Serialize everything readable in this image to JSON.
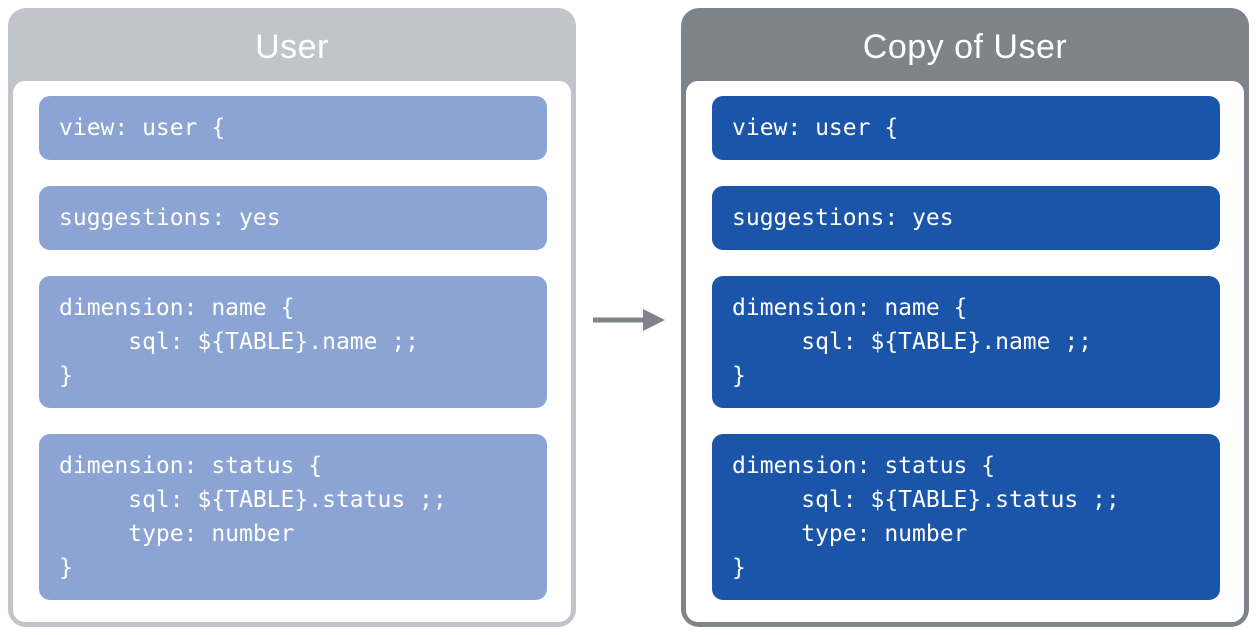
{
  "page": {
    "background": "#ffffff"
  },
  "arrow": {
    "description": "right-arrow",
    "color": "#7f848a"
  },
  "panels": [
    {
      "title": "User",
      "header_color": "#c1c4c8",
      "block_color": "#8ba4d4",
      "text_color": "#ffffff",
      "blocks": [
        {
          "lines": [
            "view: user {"
          ]
        },
        {
          "lines": [
            "suggestions: yes"
          ]
        },
        {
          "lines": [
            "dimension: name {",
            "     sql: ${TABLE}.name ;;",
            "}"
          ]
        },
        {
          "lines": [
            "dimension: status {",
            "     sql: ${TABLE}.status ;;",
            "     type: number",
            "}"
          ]
        }
      ]
    },
    {
      "title": "Copy of User",
      "header_color": "#7f848a",
      "block_color": "#1b55a9",
      "text_color": "#ffffff",
      "blocks": [
        {
          "lines": [
            "view: user {"
          ]
        },
        {
          "lines": [
            "suggestions: yes"
          ]
        },
        {
          "lines": [
            "dimension: name {",
            "     sql: ${TABLE}.name ;;",
            "}"
          ]
        },
        {
          "lines": [
            "dimension: status {",
            "     sql: ${TABLE}.status ;;",
            "     type: number",
            "}"
          ]
        }
      ]
    }
  ]
}
